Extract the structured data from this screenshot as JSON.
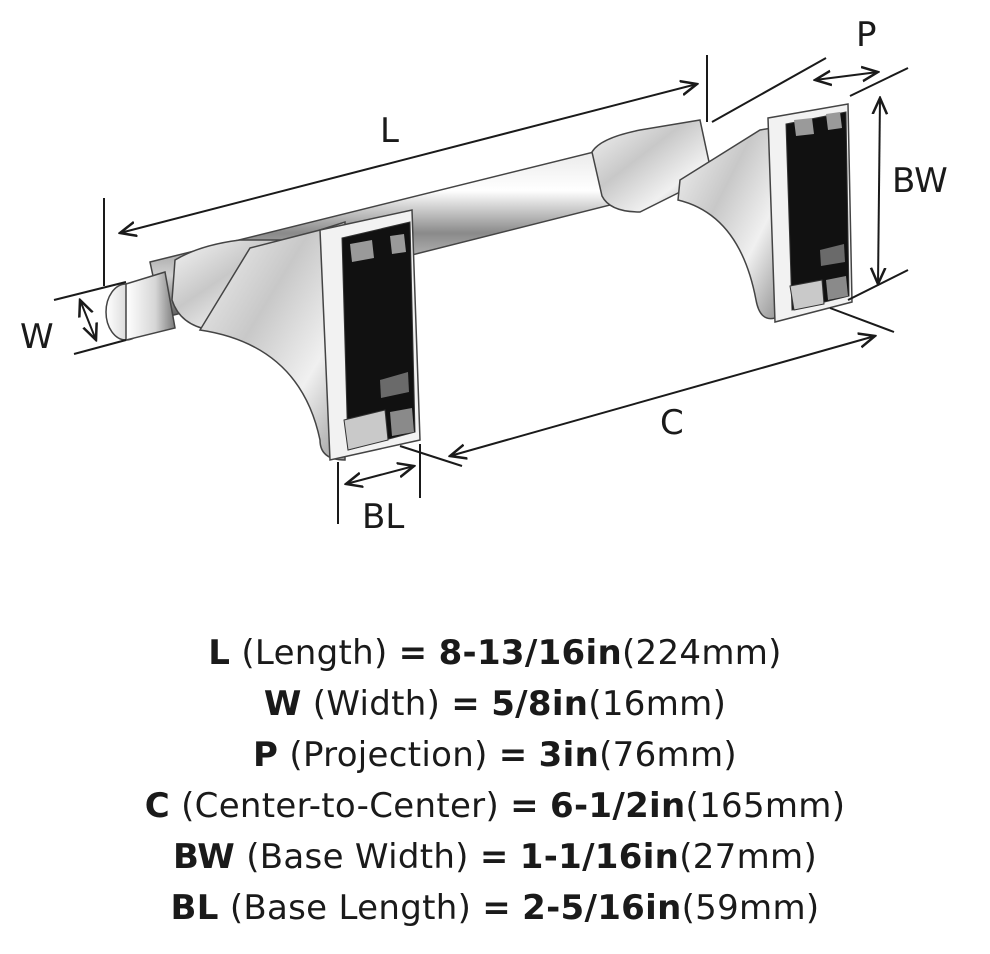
{
  "dimension_labels": {
    "length": "L",
    "width": "W",
    "projection": "P",
    "center": "C",
    "base_width": "BW",
    "base_length": "BL"
  },
  "specs": [
    {
      "code": "L",
      "name": "(Length)",
      "eq": "=",
      "imperial": "8-13/16in",
      "metric": "(224mm)"
    },
    {
      "code": "W",
      "name": "(Width)",
      "eq": "=",
      "imperial": "5/8in",
      "metric": "(16mm)"
    },
    {
      "code": "P",
      "name": "(Projection)",
      "eq": "=",
      "imperial": "3in",
      "metric": "(76mm)"
    },
    {
      "code": "C",
      "name": "(Center-to-Center)",
      "eq": "=",
      "imperial": "6-1/2in",
      "metric": "(165mm)"
    },
    {
      "code": "BW",
      "name": "(Base Width)",
      "eq": "=",
      "imperial": "1-1/16in",
      "metric": "(27mm)"
    },
    {
      "code": "BL",
      "name": "(Base Length)",
      "eq": "=",
      "imperial": "2-5/16in",
      "metric": "(59mm)"
    }
  ]
}
